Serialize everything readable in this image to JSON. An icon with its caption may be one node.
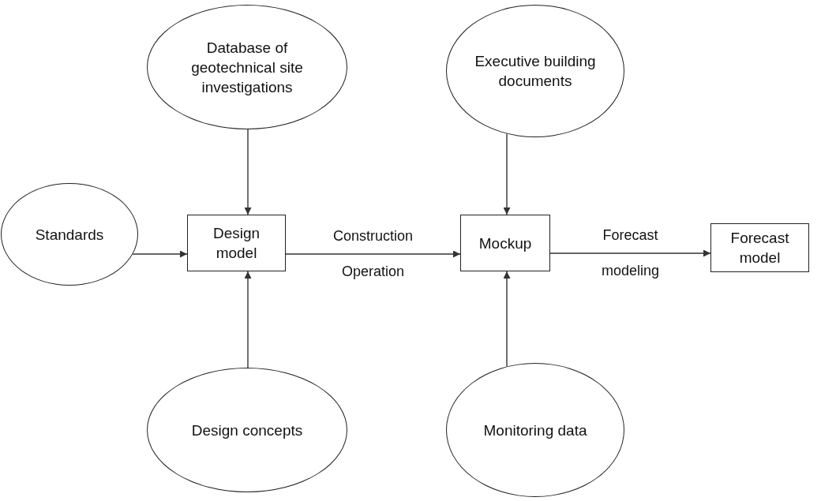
{
  "diagram": {
    "nodes": [
      {
        "text": [
          "Database of geotechnical site investigations"
        ]
      },
      {
        "text": [
          "Executive building documents"
        ]
      },
      {
        "text": [
          "Standards"
        ]
      },
      {
        "text": [
          "Design model"
        ]
      },
      {
        "text": [
          "Mockup"
        ]
      },
      {
        "text": [
          "Forecast model"
        ]
      },
      {
        "text": [
          "Design concepts"
        ]
      },
      {
        "text": [
          "Monitoring data"
        ]
      }
    ],
    "edges": [
      {
        "from": 0,
        "to": 3,
        "arrow": "to"
      },
      {
        "from": 2,
        "to": 3,
        "arrow": "to"
      },
      {
        "from": 6,
        "to": 3,
        "arrow": "to"
      },
      {
        "from": 3,
        "to": 4,
        "arrow": "to",
        "label": "Construction Operation"
      },
      {
        "from": 1,
        "to": 4,
        "arrow": "to"
      },
      {
        "from": 7,
        "to": 4,
        "arrow": "to"
      },
      {
        "from": 4,
        "to": 5,
        "arrow": "to",
        "label": "Forecast modeling"
      }
    ]
  }
}
